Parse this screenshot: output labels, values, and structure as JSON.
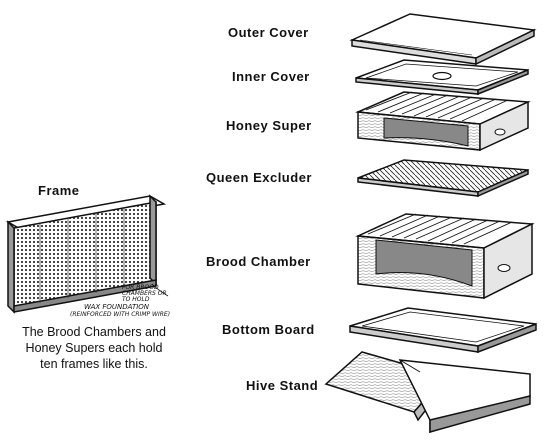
{
  "labels": {
    "outer_cover": "Outer Cover",
    "inner_cover": "Inner Cover",
    "honey_super": "Honey Super",
    "queen_excluder": "Queen Excluder",
    "brood_chamber": "Brood Chamber",
    "bottom_board": "Bottom Board",
    "hive_stand": "Hive Stand",
    "frame": "Frame"
  },
  "frame_annotation": {
    "wax_foundation": "WAX FOUNDATION",
    "reinforced_note": "(REINFORCED WITH CRIMP WIRE)",
    "small_note_1": "FOR BROOD",
    "small_note_2": "CHAMBERS OR",
    "small_note_3": "TO HOLD"
  },
  "caption": {
    "line1": "The Brood Chambers and",
    "line2": "Honey Supers each hold",
    "line3": "ten frames like this."
  },
  "colors": {
    "ink": "#111111",
    "paper": "#ffffff",
    "shade": "#555555"
  }
}
